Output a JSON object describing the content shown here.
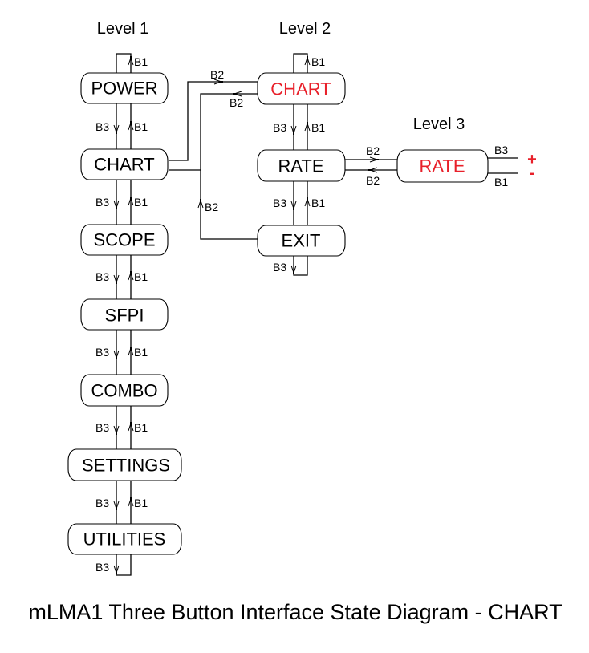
{
  "diagram": {
    "title": "mLMA1 Three Button Interface State Diagram - CHART",
    "colors": {
      "active": "#e8202a",
      "normal": "#000000",
      "line": "#000000"
    },
    "levels": [
      {
        "id": "level1",
        "label": "Level 1"
      },
      {
        "id": "level2",
        "label": "Level 2"
      },
      {
        "id": "level3",
        "label": "Level 3"
      }
    ],
    "nodes": {
      "power": {
        "label": "POWER",
        "level": 1,
        "active": false
      },
      "chart1": {
        "label": "CHART",
        "level": 1,
        "active": false
      },
      "scope": {
        "label": "SCOPE",
        "level": 1,
        "active": false
      },
      "sfpi": {
        "label": "SFPI",
        "level": 1,
        "active": false
      },
      "combo": {
        "label": "COMBO",
        "level": 1,
        "active": false
      },
      "settings": {
        "label": "SETTINGS",
        "level": 1,
        "active": false
      },
      "utilities": {
        "label": "UTILITIES",
        "level": 1,
        "active": false
      },
      "chart2": {
        "label": "CHART",
        "level": 2,
        "active": true
      },
      "rate2": {
        "label": "RATE",
        "level": 2,
        "active": false
      },
      "exit": {
        "label": "EXIT",
        "level": 2,
        "active": false
      },
      "rate3": {
        "label": "RATE",
        "level": 3,
        "active": true
      }
    },
    "buttons": {
      "b1": "B1",
      "b2": "B2",
      "b3": "B3"
    },
    "adjust": {
      "plus": "+",
      "minus": "-",
      "plus_button": "B3",
      "minus_button": "B1"
    },
    "transitions": [
      {
        "from": "power",
        "to": "power",
        "button": "B1"
      },
      {
        "from": "power",
        "to": "chart1",
        "button": "B3"
      },
      {
        "from": "chart1",
        "to": "power",
        "button": "B1"
      },
      {
        "from": "chart1",
        "to": "scope",
        "button": "B3"
      },
      {
        "from": "scope",
        "to": "chart1",
        "button": "B1"
      },
      {
        "from": "scope",
        "to": "sfpi",
        "button": "B3"
      },
      {
        "from": "sfpi",
        "to": "scope",
        "button": "B1"
      },
      {
        "from": "sfpi",
        "to": "combo",
        "button": "B3"
      },
      {
        "from": "combo",
        "to": "sfpi",
        "button": "B1"
      },
      {
        "from": "combo",
        "to": "settings",
        "button": "B3"
      },
      {
        "from": "settings",
        "to": "combo",
        "button": "B1"
      },
      {
        "from": "settings",
        "to": "utilities",
        "button": "B3"
      },
      {
        "from": "utilities",
        "to": "settings",
        "button": "B1"
      },
      {
        "from": "utilities",
        "to": "utilities",
        "button": "B3"
      },
      {
        "from": "chart1",
        "to": "chart2",
        "button": "B2"
      },
      {
        "from": "chart2",
        "to": "chart1",
        "button": "B2"
      },
      {
        "from": "chart2",
        "to": "chart2",
        "button": "B1"
      },
      {
        "from": "chart2",
        "to": "rate2",
        "button": "B3"
      },
      {
        "from": "rate2",
        "to": "chart2",
        "button": "B1"
      },
      {
        "from": "rate2",
        "to": "exit",
        "button": "B3"
      },
      {
        "from": "exit",
        "to": "rate2",
        "button": "B1"
      },
      {
        "from": "exit",
        "to": "exit",
        "button": "B3"
      },
      {
        "from": "exit",
        "to": "chart1",
        "button": "B2"
      },
      {
        "from": "rate2",
        "to": "rate3",
        "button": "B2"
      },
      {
        "from": "rate3",
        "to": "rate2",
        "button": "B2"
      }
    ]
  }
}
